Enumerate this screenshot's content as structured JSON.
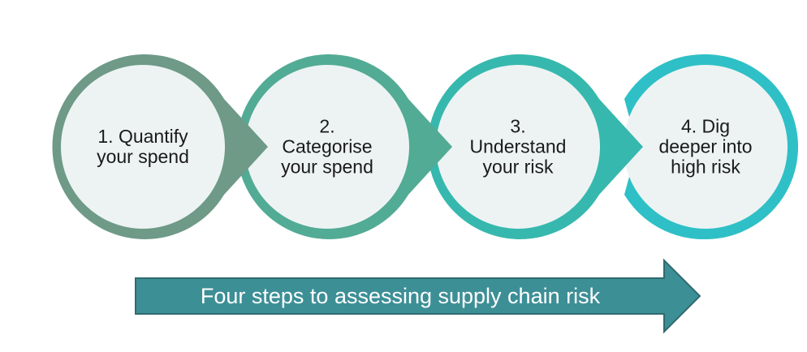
{
  "steps": [
    {
      "label": "1. Quantify\nyour spend",
      "color": "#6e9a87"
    },
    {
      "label": "2.\nCategorise\nyour spend",
      "color": "#52ab95"
    },
    {
      "label": "3.\nUnderstand\nyour risk",
      "color": "#36b8ae"
    },
    {
      "label": "4. Dig\ndeeper into\nhigh risk",
      "color": "#2ec0c6"
    }
  ],
  "banner": {
    "text": "Four steps to assessing supply chain risk",
    "fill": "#3d8f96",
    "stroke": "#2f6b70"
  },
  "circle_fill": "#edf3f3"
}
